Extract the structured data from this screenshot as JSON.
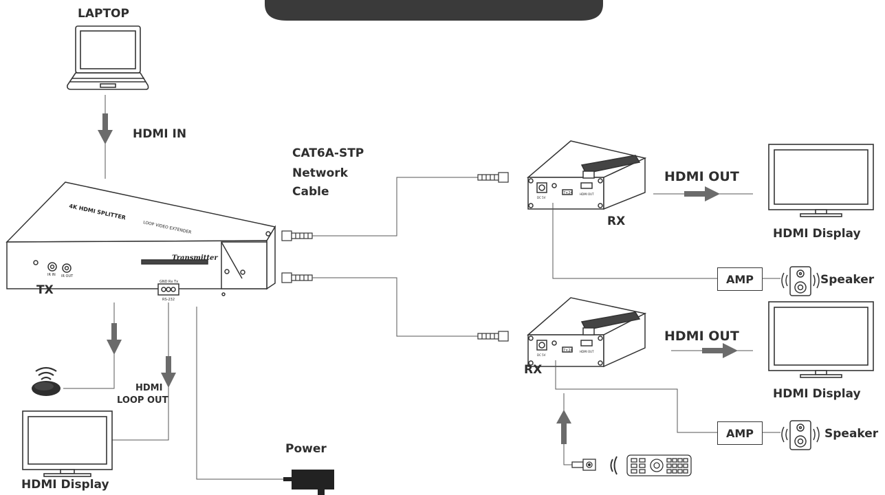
{
  "title_banner": "",
  "labels": {
    "laptop": "LAPTOP",
    "hdmi_in": "HDMI IN",
    "cable_line1": "CAT6A-STP",
    "cable_line2": "Network",
    "cable_line3": "Cable",
    "hdmi_out_1": "HDMI OUT",
    "hdmi_out_2": "HDMI OUT",
    "rx_1": "RX",
    "rx_2": "RX",
    "tx": "TX",
    "hdmi_display_1": "HDMI Display",
    "hdmi_display_2": "HDMI Display",
    "hdmi_display_3": "HDMI Display",
    "amp_1": "AMP",
    "amp_2": "AMP",
    "speaker_1": "Speaker",
    "speaker_2": "Speaker",
    "hdmi_loop_line1": "HDMI",
    "hdmi_loop_line2": "LOOP OUT",
    "power": "Power"
  },
  "device_text": {
    "tx_top": "4K HDMI SPLITTER",
    "tx_top_tag": "LOOP VIDEO EXTENDER",
    "tx_face": "Transmitter",
    "tx_port_ir_in": "IR IN",
    "tx_port_ir_out": "IR OUT",
    "tx_rs232": "RS-232",
    "tx_rs232_pins": "GND Rx Tx",
    "rx_port_dc": "DC 5V",
    "rx_port_hdmi": "HDMI OUT",
    "rx_tag": "7×24"
  },
  "colors": {
    "arrow": "#6b6b6b",
    "line": "#555555",
    "banner": "#3a3a3a"
  }
}
